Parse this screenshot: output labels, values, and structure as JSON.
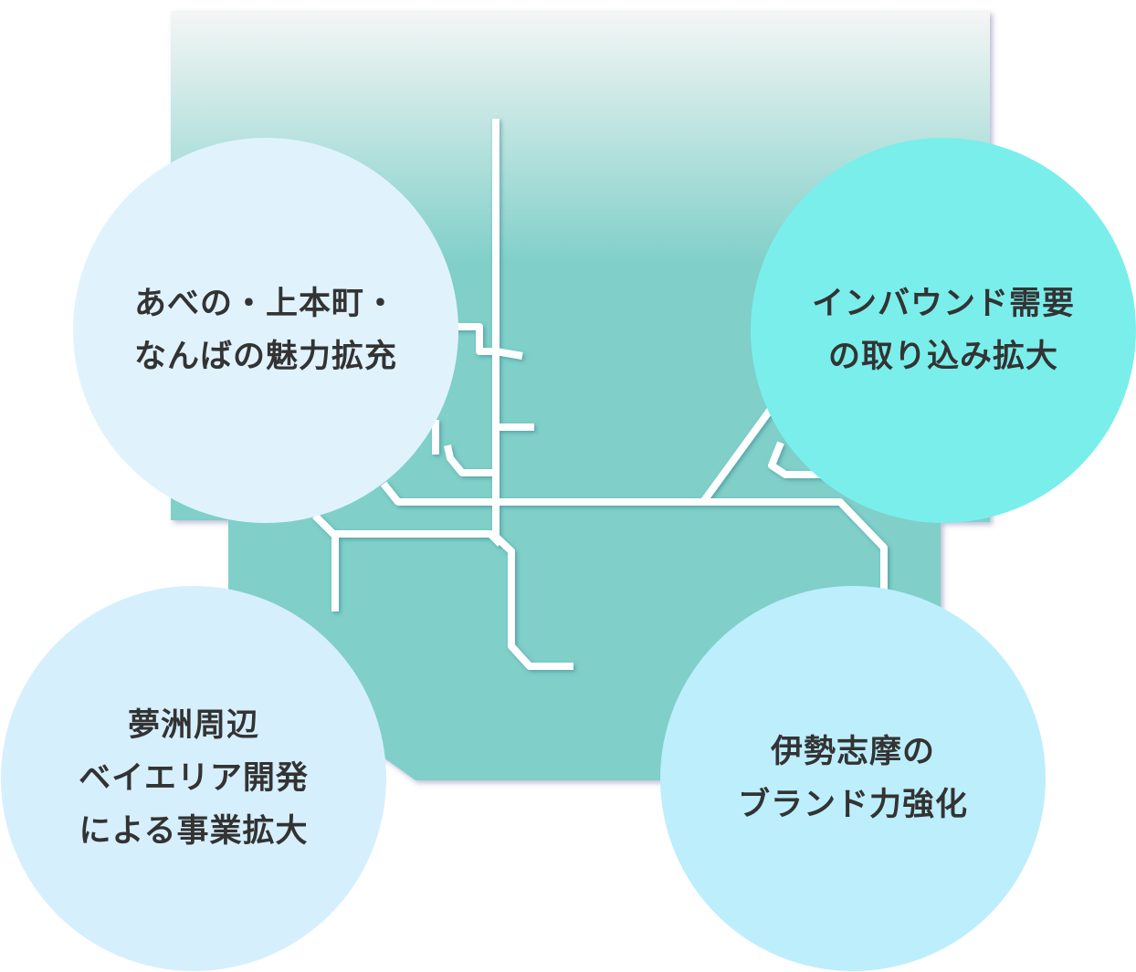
{
  "colors": {
    "map_fill": "#80cfc9",
    "map_top": "#f3f6f5",
    "rail": "#ffffff",
    "circle_1": "#e0f3fd",
    "circle_2": "#7aeeeb",
    "circle_3": "#d6effd",
    "circle_4": "#bdeefc",
    "text": "#333333"
  },
  "circles": [
    {
      "lines": [
        "あべの・上本町・",
        "なんばの魅力拡充"
      ]
    },
    {
      "lines": [
        "インバウンド需要",
        "の取り込み拡大"
      ]
    },
    {
      "lines": [
        "夢洲周辺",
        "ベイエリア開発",
        "による事業拡大"
      ]
    },
    {
      "lines": [
        "伊勢志摩の",
        "ブランド力強化"
      ]
    }
  ]
}
